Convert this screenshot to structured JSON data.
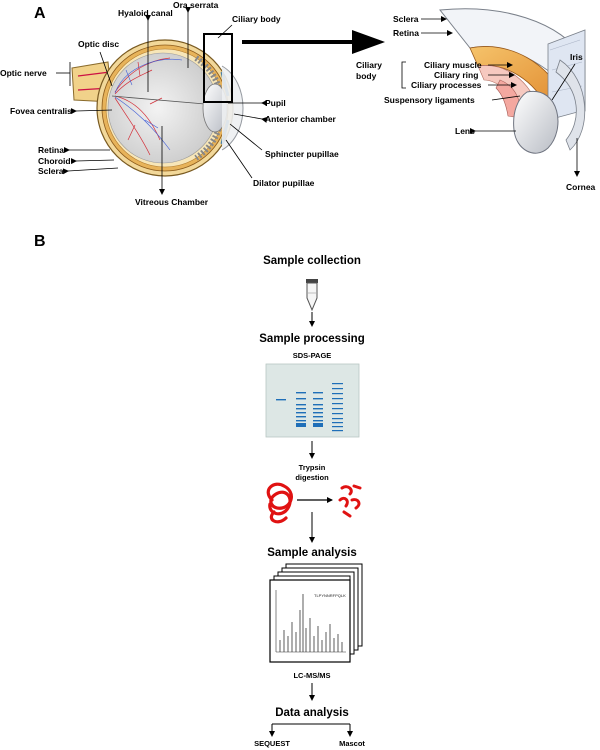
{
  "panel_a": {
    "letter": "A",
    "labels": {
      "hyaloid_canal": "Hyaloid canal",
      "ora_serrata": "Ora serrata",
      "ciliary_body": "Ciliary body",
      "optic_disc": "Optic disc",
      "optic_nerve": "Optic nerve",
      "fovea_centralis": "Fovea centralis",
      "pupil": "Pupil",
      "anterior_chamber": "Anterior chamber",
      "sphincter_pupillae": "Sphincter pupillae",
      "dilator_pupillae": "Dilator pupillae",
      "retina": "Retina",
      "choroid": "Choroid",
      "sclera": "Sclera",
      "vitreous_chamber": "Vitreous Chamber"
    },
    "detail_labels": {
      "sclera": "Sclera",
      "retina": "Retina",
      "iris": "Iris",
      "ciliary_body_line1": "Ciliary",
      "ciliary_body_line2": "body",
      "ciliary_muscle": "Ciliary muscle",
      "ciliary_ring": "Ciliary ring",
      "ciliary_processes": "Ciliary processes",
      "suspensory_ligaments": "Suspensory ligaments",
      "lens": "Lens",
      "cornea": "Cornea"
    }
  },
  "panel_b": {
    "letter": "B",
    "steps": {
      "collection": "Sample collection",
      "processing": "Sample processing",
      "sds_page": "SDS-PAGE",
      "trypsin_line1": "Trypsin",
      "trypsin_line2": "digestion",
      "analysis": "Sample analysis",
      "lcms": "LC-MS/MS",
      "data_analysis": "Data analysis",
      "sequest": "SEQUEST",
      "mascot": "Mascot"
    },
    "spectrum_peptide": "TLPYNNRFPQLK",
    "colors": {
      "gel_bg": "#dde7e5",
      "band": "#1f6fb8",
      "protein": "#e01212"
    }
  }
}
